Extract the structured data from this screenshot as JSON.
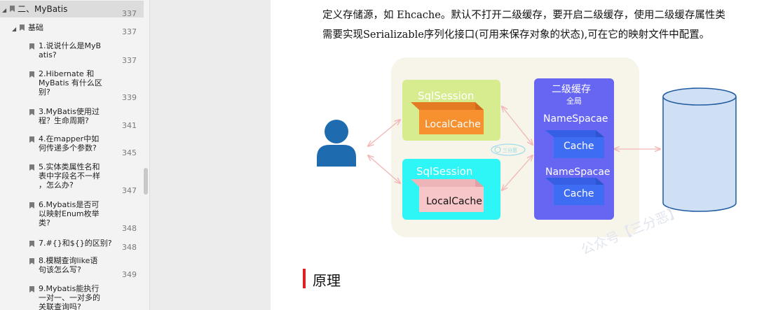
{
  "toc": [
    {
      "label": "二、MyBatis",
      "page": "337"
    },
    {
      "label": "基础",
      "page": "337"
    },
    {
      "label": "1.说说什么是MyB\natis?",
      "page": "337"
    },
    {
      "label": "2.Hibernate 和\nMyBatis 有什么区\n别?",
      "page": "339"
    },
    {
      "label": "3.MyBatis使用过\n程？生命周期?",
      "page": "341"
    },
    {
      "label": "4.在mapper中如\n何传递多个参数?",
      "page": "345"
    },
    {
      "label": "5.实体类属性名和\n表中字段名不一样\n，怎么办?",
      "page": "347"
    },
    {
      "label": "6.Mybatis是否可\n以映射Enum枚举\n类?",
      "page": "348"
    },
    {
      "label": "7.#{}和${}的区别?",
      "page": "348"
    },
    {
      "label": "8.模糊查询like语\n句该怎么写?",
      "page": "349"
    },
    {
      "label": "9.Mybatis能执行\n一对一、一对多的\n关联查询吗?",
      "page": ""
    }
  ],
  "doc": {
    "line1": "定义存储源，如 Ehcache。默认不打开二级缓存，要开启二级缓存，使用二级缓存属性类",
    "line2": "需要实现Serializable序列化接口(可用来保存对象的状态),可在它的映射文件中配置。",
    "heading": "原理",
    "watermark": "公众号【三分恶】"
  },
  "diagram": {
    "session1": "SqlSession",
    "session2": "SqlSession",
    "local1": "LocalCache",
    "local2": "LocalCache",
    "l2title": "二级缓存",
    "l2sub": "全局",
    "ns1": "NameSpacae",
    "ns2": "NameSpacae",
    "cache1": "Cache",
    "cache2": "Cache",
    "stamp": "三分恶"
  },
  "colors": {
    "session1_bg": "#d7ec8f",
    "session2_bg": "#2ff6f6",
    "local1_bg": "#f7902f",
    "local2_bg": "#f6c6c9",
    "l2_bg": "#6666f2",
    "cache_bg": "#3e6df4",
    "db_fill": "#cfe0f4",
    "user_blue": "#1e6bb0",
    "heading_red": "#e02020"
  }
}
